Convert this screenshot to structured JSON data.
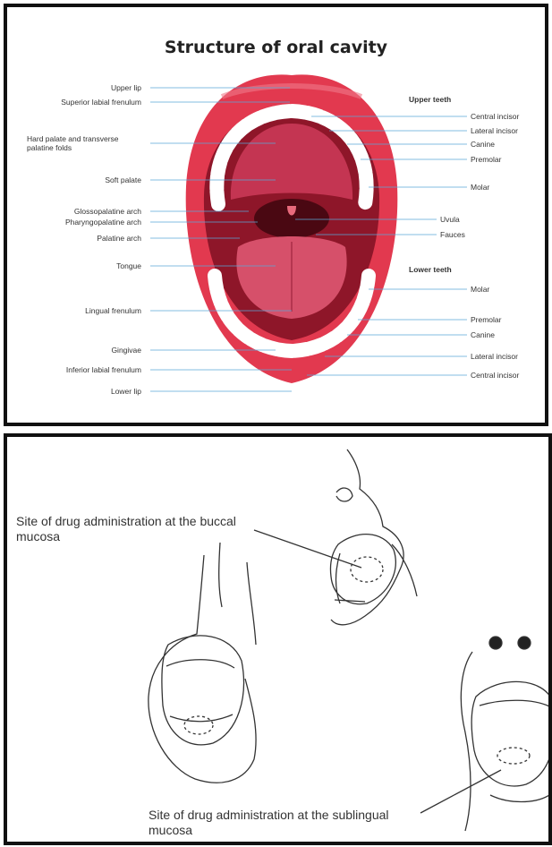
{
  "top": {
    "title": "Structure of oral cavity",
    "left_labels": [
      "Upper lip",
      "Superior labial frenulum",
      "Hard palate and transverse palatine folds",
      "Soft palate",
      "Glossopalatine arch",
      "Pharyngopalatine arch",
      "Palatine arch",
      "Tongue",
      "Lingual frenulum",
      "Gingivae",
      "Inferior labial frenulum",
      "Lower lip"
    ],
    "upper_teeth_heading": "Upper teeth",
    "upper_teeth": [
      "Central incisor",
      "Lateral incisor",
      "Canine",
      "Premolar",
      "Molar"
    ],
    "right_middle": [
      "Uvula",
      "Fauces"
    ],
    "lower_teeth_heading": "Lower teeth",
    "lower_teeth": [
      "Molar",
      "Premolar",
      "Canine",
      "Lateral incisor",
      "Central incisor"
    ],
    "colors": {
      "lip": "#e2394f",
      "cavity": "#8e1629",
      "teeth": "#ffffff",
      "tongue": "#d6506a",
      "line": "#5aa7d6"
    }
  },
  "bottom": {
    "buccal_label": "Site of drug administration at the buccal mucosa",
    "sublingual_label": "Site of drug administration at the sublingual mucosa"
  }
}
